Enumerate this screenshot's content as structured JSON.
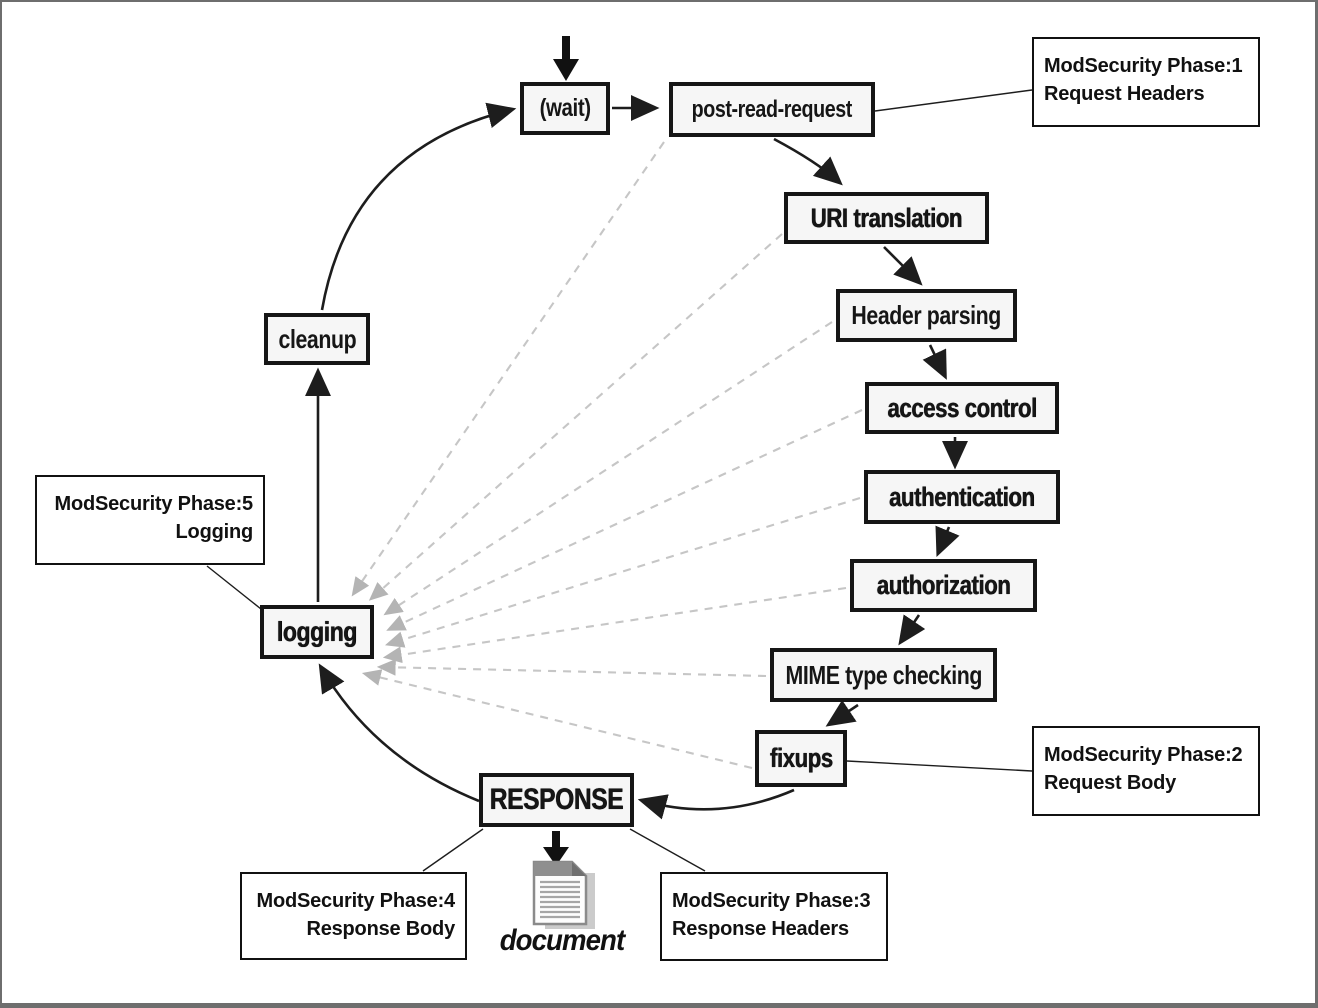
{
  "nodes": {
    "wait": "(wait)",
    "post_read_request": "post-read-request",
    "uri_translation": "URI translation",
    "header_parsing": "Header parsing",
    "access_control": "access control",
    "authentication": "authentication",
    "authorization": "authorization",
    "mime_type_checking": "MIME type checking",
    "fixups": "fixups",
    "response": "RESPONSE",
    "logging": "logging",
    "cleanup": "cleanup",
    "document": "document"
  },
  "callouts": {
    "phase1": {
      "line1": "ModSecurity Phase:1",
      "line2": "Request Headers"
    },
    "phase2": {
      "line1": "ModSecurity Phase:2",
      "line2": "Request Body"
    },
    "phase3": {
      "line1": "ModSecurity Phase:3",
      "line2": "Response Headers"
    },
    "phase4": {
      "line1": "ModSecurity Phase:4",
      "line2": "Response Body"
    },
    "phase5": {
      "line1": "ModSecurity Phase:5",
      "line2": "Logging"
    }
  },
  "colors": {
    "node_border": "#161616",
    "node_fill": "#f6f6f6",
    "dashed_arrow": "#c6c6c6",
    "solid_arrow": "#1d1d1d",
    "frame_border": "#6e6e6e",
    "doc_icon_gray": "#8f8f8f"
  }
}
